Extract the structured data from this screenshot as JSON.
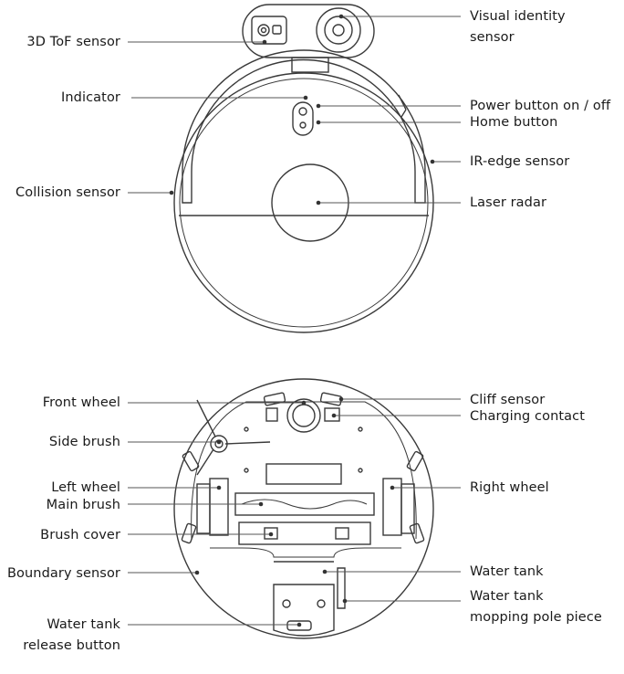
{
  "top_view": {
    "labels_left": {
      "tof": "3D ToF sensor",
      "indicator": "Indicator",
      "collision": "Collision sensor"
    },
    "labels_right": {
      "visual_1": "Visual identity",
      "visual_2": "sensor",
      "power": "Power button on / off",
      "home": "Home button",
      "ir_edge": "IR-edge sensor",
      "laser": "Laser radar"
    }
  },
  "bottom_view": {
    "labels_left": {
      "front_wheel": "Front wheel",
      "side_brush": "Side brush",
      "left_wheel": "Left wheel",
      "main_brush": "Main brush",
      "brush_cover": "Brush cover",
      "boundary": "Boundary sensor",
      "release_1": "Water tank",
      "release_2": "release button"
    },
    "labels_right": {
      "cliff": "Cliff sensor",
      "charging": "Charging contact",
      "right_wheel": "Right wheel",
      "water_tank": "Water tank",
      "mop_1": "Water tank",
      "mop_2": "mopping pole piece"
    }
  },
  "colors": {
    "stroke": "#3a3a3a",
    "leader": "#555555",
    "text": "#1a1a1a"
  }
}
